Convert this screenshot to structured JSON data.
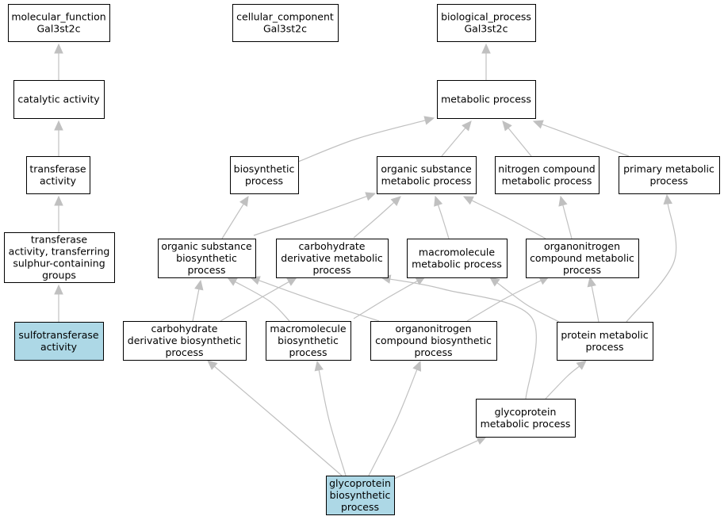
{
  "diagram": {
    "colors": {
      "highlight_fill": "#add8e6",
      "default_fill": "#ffffff",
      "border": "#000000",
      "edge": "#c0c0c0"
    },
    "nodes": [
      {
        "id": "mf",
        "lines": [
          "molecular_function",
          "Gal3st2c"
        ],
        "highlight": false
      },
      {
        "id": "cc",
        "lines": [
          "cellular_component",
          "Gal3st2c"
        ],
        "highlight": false
      },
      {
        "id": "bp",
        "lines": [
          "biological_process",
          "Gal3st2c"
        ],
        "highlight": false
      },
      {
        "id": "cat",
        "lines": [
          "catalytic activity"
        ],
        "highlight": false
      },
      {
        "id": "met",
        "lines": [
          "metabolic process"
        ],
        "highlight": false
      },
      {
        "id": "trans",
        "lines": [
          "transferase",
          "activity"
        ],
        "highlight": false
      },
      {
        "id": "bios",
        "lines": [
          "biosynthetic",
          "process"
        ],
        "highlight": false
      },
      {
        "id": "osm",
        "lines": [
          "organic substance",
          "metabolic process"
        ],
        "highlight": false
      },
      {
        "id": "ncm",
        "lines": [
          "nitrogen compound",
          "metabolic process"
        ],
        "highlight": false
      },
      {
        "id": "pmp",
        "lines": [
          "primary metabolic",
          "process"
        ],
        "highlight": false
      },
      {
        "id": "tsulf",
        "lines": [
          "transferase",
          "activity, transferring",
          "sulphur-containing",
          "groups"
        ],
        "highlight": false
      },
      {
        "id": "osb",
        "lines": [
          "organic substance",
          "biosynthetic",
          "process"
        ],
        "highlight": false
      },
      {
        "id": "cdm",
        "lines": [
          "carbohydrate",
          "derivative metabolic",
          "process"
        ],
        "highlight": false
      },
      {
        "id": "mmp",
        "lines": [
          "macromolecule",
          "metabolic process"
        ],
        "highlight": false
      },
      {
        "id": "ocm",
        "lines": [
          "organonitrogen",
          "compound metabolic",
          "process"
        ],
        "highlight": false
      },
      {
        "id": "sulf",
        "lines": [
          "sulfotransferase",
          "activity"
        ],
        "highlight": true
      },
      {
        "id": "cdb",
        "lines": [
          "carbohydrate",
          "derivative biosynthetic",
          "process"
        ],
        "highlight": false
      },
      {
        "id": "mbp",
        "lines": [
          "macromolecule",
          "biosynthetic",
          "process"
        ],
        "highlight": false
      },
      {
        "id": "ocb",
        "lines": [
          "organonitrogen",
          "compound biosynthetic",
          "process"
        ],
        "highlight": false
      },
      {
        "id": "prot",
        "lines": [
          "protein metabolic",
          "process"
        ],
        "highlight": false
      },
      {
        "id": "glymp",
        "lines": [
          "glycoprotein",
          "metabolic process"
        ],
        "highlight": false
      },
      {
        "id": "glybp",
        "lines": [
          "glycoprotein",
          "biosynthetic",
          "process"
        ],
        "highlight": true
      }
    ],
    "edges": [
      [
        "cat",
        "mf"
      ],
      [
        "met",
        "bp"
      ],
      [
        "trans",
        "cat"
      ],
      [
        "tsulf",
        "trans"
      ],
      [
        "sulf",
        "tsulf"
      ],
      [
        "bios",
        "met"
      ],
      [
        "osm",
        "met"
      ],
      [
        "ncm",
        "met"
      ],
      [
        "pmp",
        "met"
      ],
      [
        "osb",
        "bios"
      ],
      [
        "osb",
        "osm"
      ],
      [
        "cdm",
        "osm"
      ],
      [
        "mmp",
        "osm"
      ],
      [
        "ocm",
        "osm"
      ],
      [
        "ocm",
        "ncm"
      ],
      [
        "prot",
        "pmp"
      ],
      [
        "cdb",
        "osb"
      ],
      [
        "cdb",
        "cdm"
      ],
      [
        "mbp",
        "osb"
      ],
      [
        "mbp",
        "mmp"
      ],
      [
        "ocb",
        "osb"
      ],
      [
        "ocb",
        "ocm"
      ],
      [
        "prot",
        "mmp"
      ],
      [
        "prot",
        "ocm"
      ],
      [
        "glymp",
        "prot"
      ],
      [
        "glymp",
        "cdm"
      ],
      [
        "glybp",
        "cdb"
      ],
      [
        "glybp",
        "mbp"
      ],
      [
        "glybp",
        "ocb"
      ],
      [
        "glybp",
        "glymp"
      ]
    ]
  }
}
